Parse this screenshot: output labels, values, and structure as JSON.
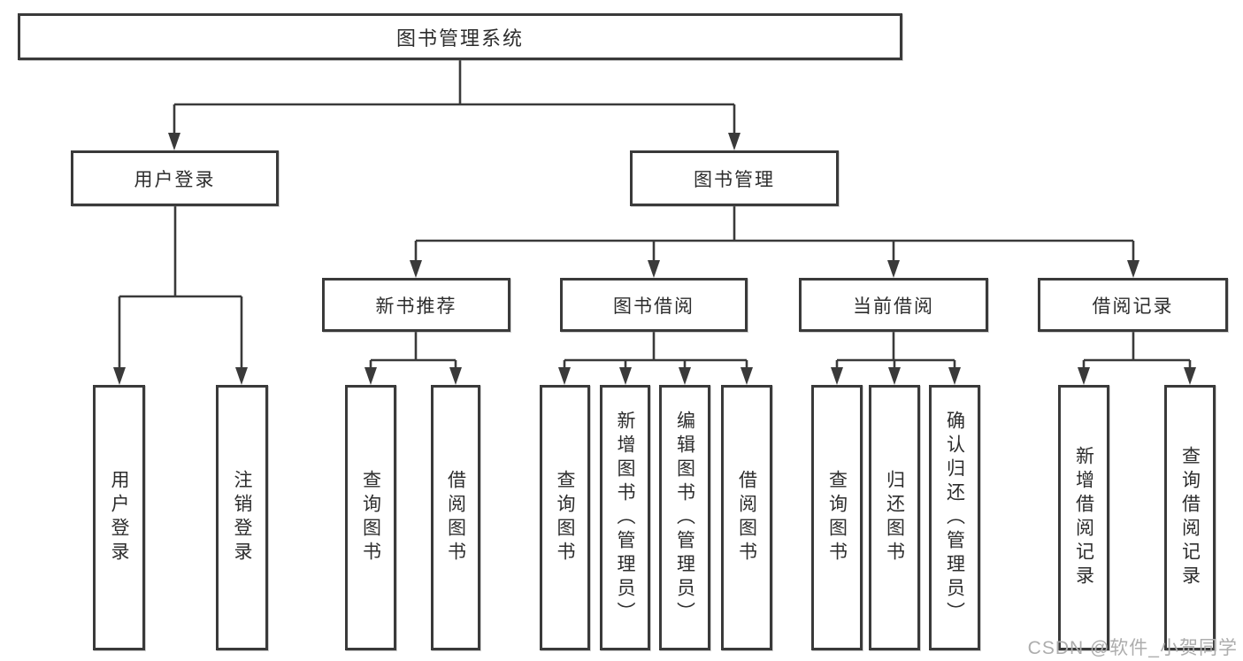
{
  "tree": {
    "label": "图书管理系统",
    "children": [
      {
        "label": "用户登录",
        "children": [
          {
            "label": "用户登录"
          },
          {
            "label": "注销登录"
          }
        ]
      },
      {
        "label": "图书管理",
        "children": [
          {
            "label": "新书推荐",
            "children": [
              {
                "label": "查询图书"
              },
              {
                "label": "借阅图书"
              }
            ]
          },
          {
            "label": "图书借阅",
            "children": [
              {
                "label": "查询图书"
              },
              {
                "label": "新增图书（管理员）"
              },
              {
                "label": "编辑图书（管理员）"
              },
              {
                "label": "借阅图书"
              }
            ]
          },
          {
            "label": "当前借阅",
            "children": [
              {
                "label": "查询图书"
              },
              {
                "label": "归还图书"
              },
              {
                "label": "确认归还（管理员）"
              }
            ]
          },
          {
            "label": "借阅记录",
            "children": [
              {
                "label": "新增借阅记录"
              },
              {
                "label": "查询借阅记录"
              }
            ]
          }
        ]
      }
    ]
  },
  "watermark": "CSDN @软件_小贺同学",
  "colors": {
    "line": "#3a3a3a",
    "box_border": "#3a3a3a",
    "text": "#2d2d2d",
    "watermark": "#adadad",
    "background": "#ffffff"
  }
}
